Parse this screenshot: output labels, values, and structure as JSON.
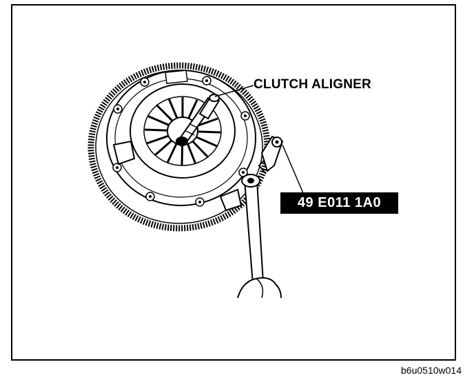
{
  "labels": {
    "aligner": "CLUTCH ALIGNER",
    "tool_number": "49 E011 1A0"
  },
  "caption": "b6u0510w014"
}
